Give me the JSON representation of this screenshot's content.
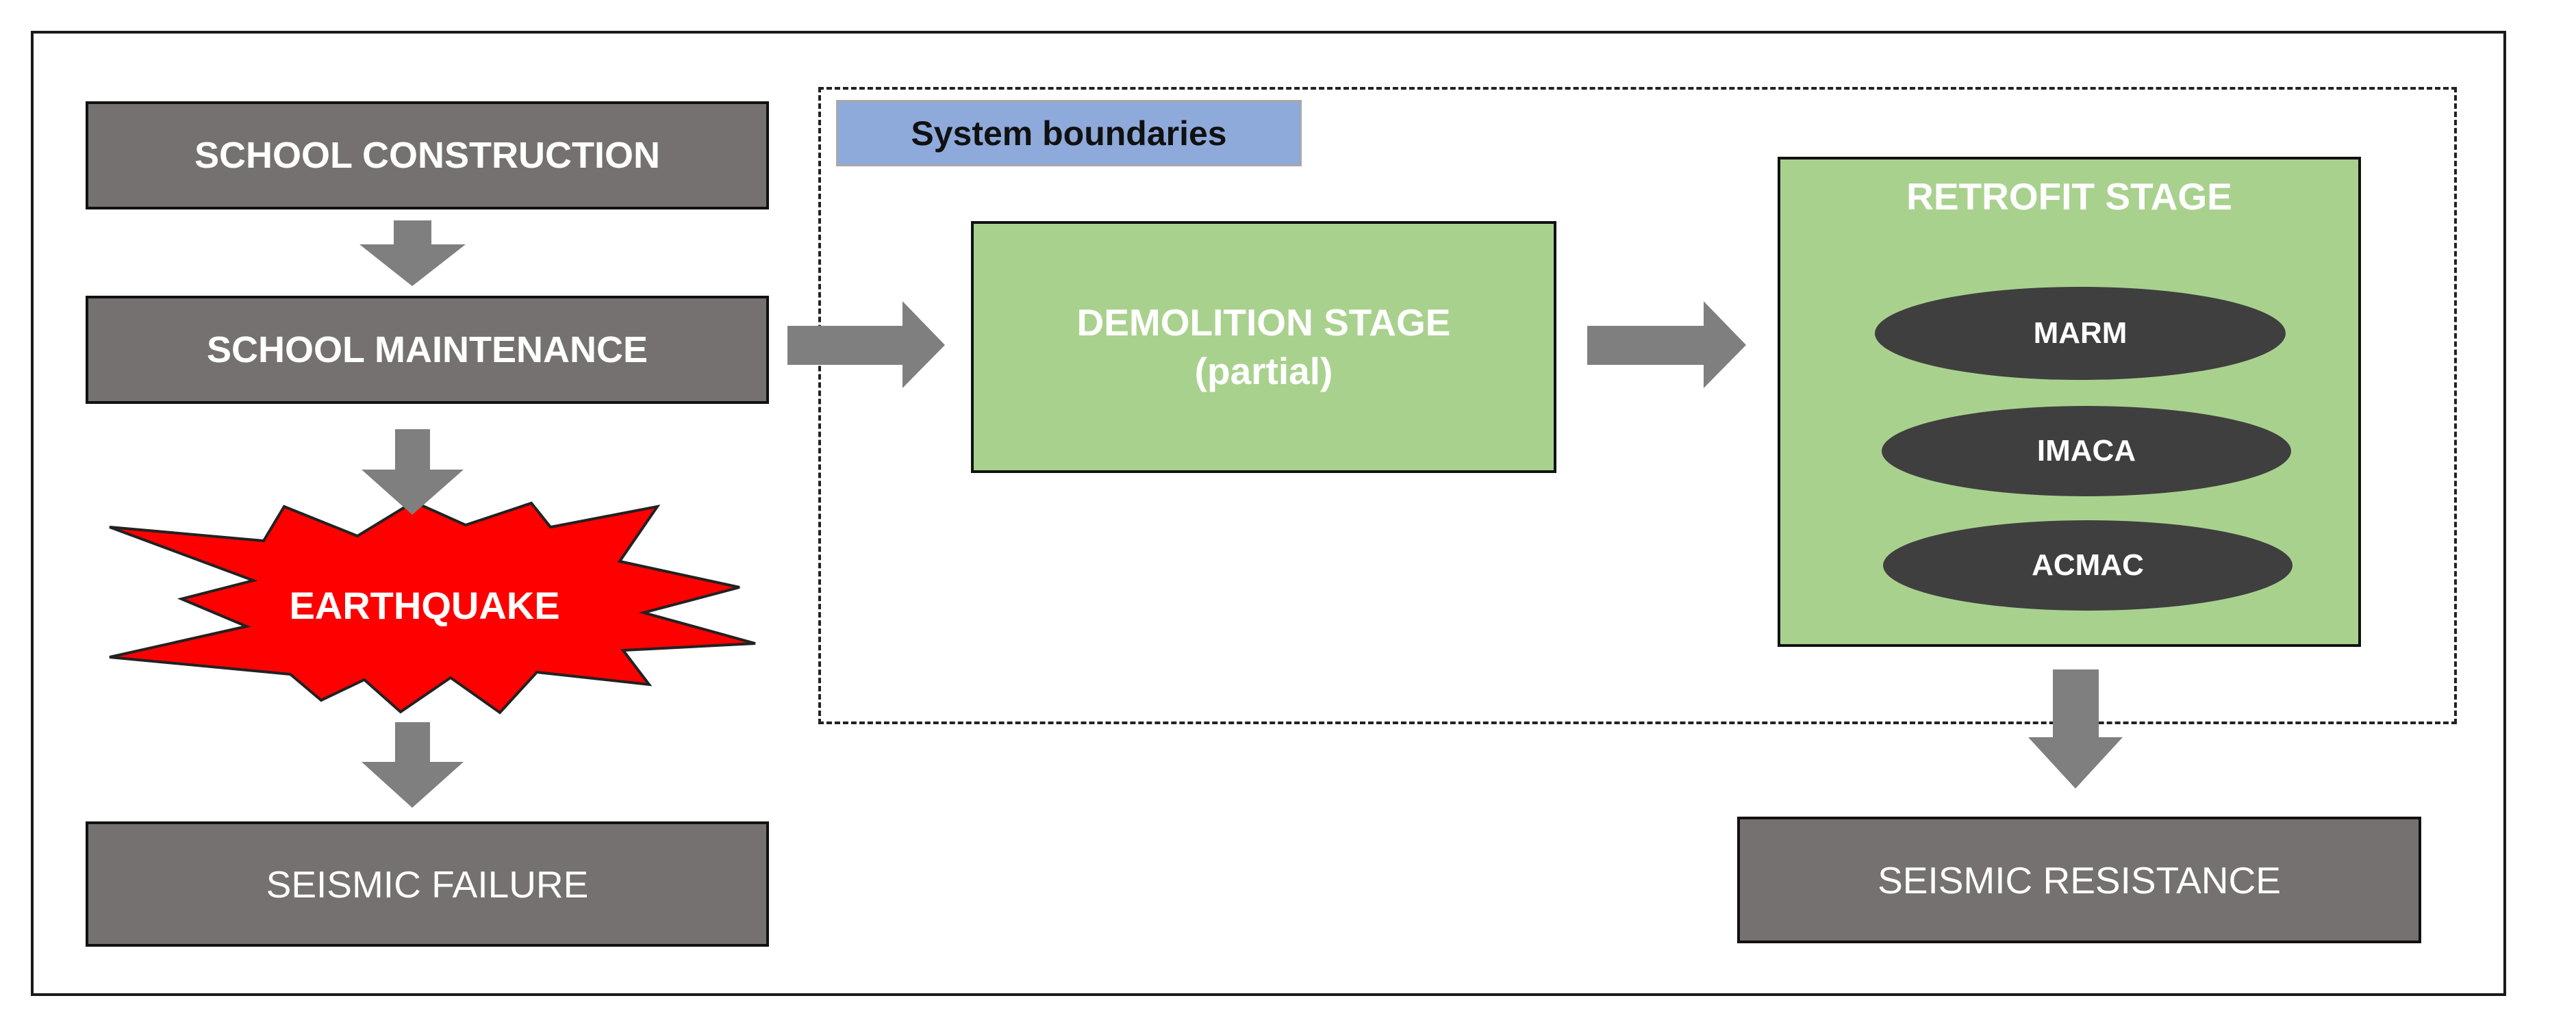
{
  "diagram": {
    "boundary_label": "System boundaries",
    "school_construction": "SCHOOL CONSTRUCTION",
    "school_maintenance": "SCHOOL MAINTENANCE",
    "earthquake": "EARTHQUAKE",
    "seismic_failure": "SEISMIC FAILURE",
    "demolition": {
      "line1": "DEMOLITION STAGE",
      "line2": "(partial)"
    },
    "retrofit": {
      "title": "RETROFIT STAGE",
      "options": [
        "MARM",
        "IMACA",
        "ACMAC"
      ]
    },
    "seismic_resistance": "SEISMIC RESISTANCE"
  },
  "colors": {
    "process_box": "#767171",
    "stage_box": "#a9d18e",
    "boundary_label": "#8eaadb",
    "option_ellipse": "#3f3f3f",
    "arrow": "#7f7f7f",
    "earthquake_burst": "#ff0000"
  }
}
